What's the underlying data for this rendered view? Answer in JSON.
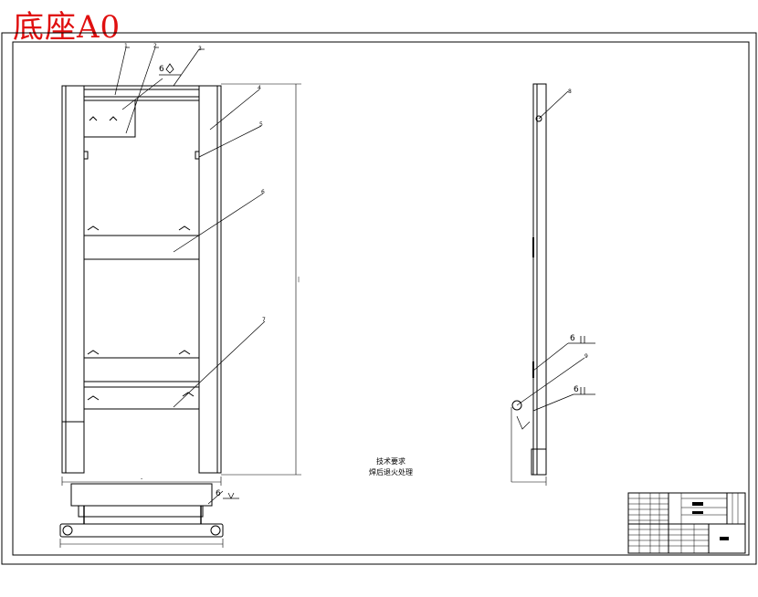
{
  "stamp": {
    "title": "底座A0"
  },
  "notes": {
    "tech_req_title": "技术要求",
    "tech_req_line1": "焊后退火处理"
  },
  "weld_symbols": {
    "top": "6",
    "side_1": "6",
    "side_2": "6",
    "bottom": "6"
  }
}
